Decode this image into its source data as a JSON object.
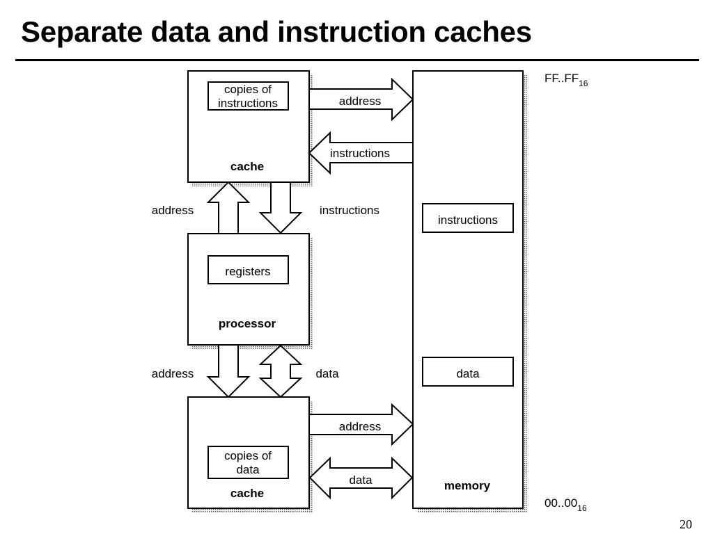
{
  "slide": {
    "title": "Separate data and instruction caches",
    "page_number": "20"
  },
  "diagram": {
    "instruction_cache": {
      "inner_label_line1": "copies of",
      "inner_label_line2": "instructions",
      "name": "cache"
    },
    "processor": {
      "inner_label": "registers",
      "name": "processor"
    },
    "data_cache": {
      "inner_label_line1": "copies of",
      "inner_label_line2": "data",
      "name": "cache"
    },
    "memory": {
      "name": "memory",
      "instructions_region": "instructions",
      "data_region": "data",
      "top_address": "FF..FF",
      "top_address_sub": "16",
      "bottom_address": "00..00",
      "bottom_address_sub": "16"
    },
    "arrows": {
      "icache_to_memory": "address",
      "memory_to_icache": "instructions",
      "processor_to_icache": "address",
      "icache_to_processor": "instructions",
      "processor_to_dcache": "address",
      "processor_dcache_bidir": "data",
      "dcache_to_memory": "address",
      "dcache_memory_bidir": "data"
    }
  }
}
